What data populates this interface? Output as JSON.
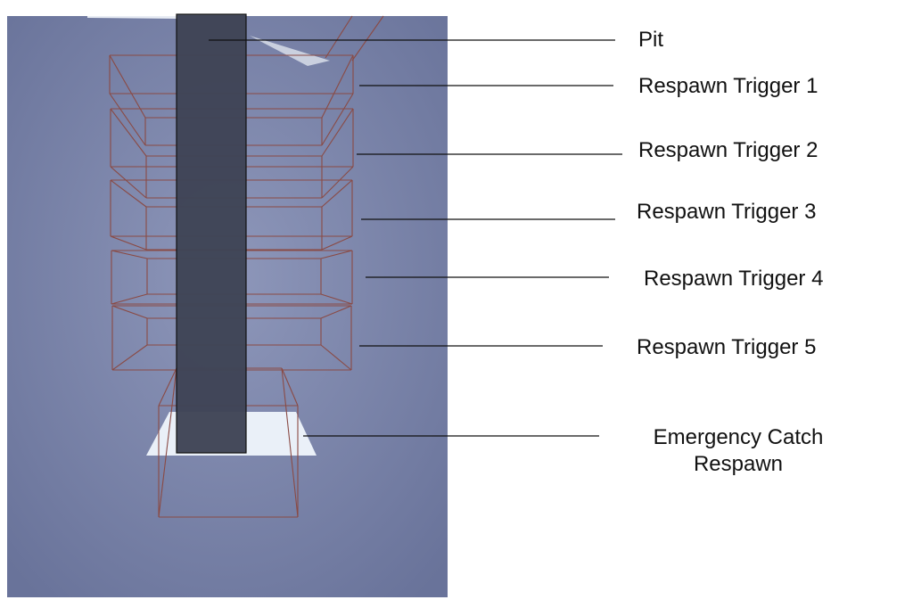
{
  "labels": {
    "pit": "Pit",
    "trigger1": "Respawn Trigger 1",
    "trigger2": "Respawn Trigger 2",
    "trigger3": "Respawn Trigger 3",
    "trigger4": "Respawn Trigger 4",
    "trigger5": "Respawn Trigger 5",
    "catch_line1": "Emergency Catch",
    "catch_line2": "Respawn"
  },
  "colors": {
    "wireframe": "#8a4a44",
    "pit_column": "#3f4456",
    "catch_plane": "#eaf0f8",
    "scene_edge": "#69739a",
    "scene_center": "#8e97ba"
  }
}
